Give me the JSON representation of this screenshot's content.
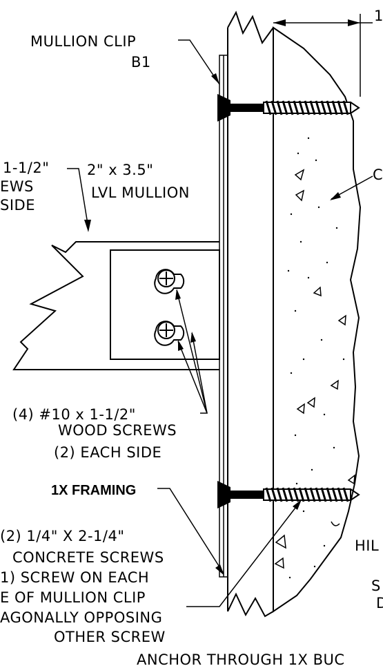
{
  "labels": {
    "mullion_clip_line1": "MULLION CLIP",
    "mullion_clip_line2": "B1",
    "lvl_line1": "2\" x 3.5\"",
    "lvl_line2": "LVL MULLION",
    "left_frag_line1": "1-1/2\"",
    "left_frag_line2": "EWS",
    "left_frag_line3": "SIDE",
    "wood_screws_line1": "(4) #10 x 1-1/2\"",
    "wood_screws_line2": "WOOD SCREWS",
    "wood_screws_line3": "(2) EACH SIDE",
    "framing": "1X FRAMING",
    "concrete_line1": "(2) 1/4\" X 2-1/4\"",
    "concrete_line2": "CONCRETE SCREWS",
    "concrete_line3": "1) SCREW ON EACH",
    "concrete_line4": "E OF MULLION CLIP",
    "concrete_line5": "AGONALLY OPPOSING",
    "concrete_line6": "OTHER SCREW",
    "right_frag_top": "1",
    "right_frag_c": "C",
    "right_frag_hil": "HIL",
    "right_frag_s": "S",
    "right_frag_d": "D",
    "bottom_frag": "ANCHOR THROUGH 1X BUC"
  }
}
